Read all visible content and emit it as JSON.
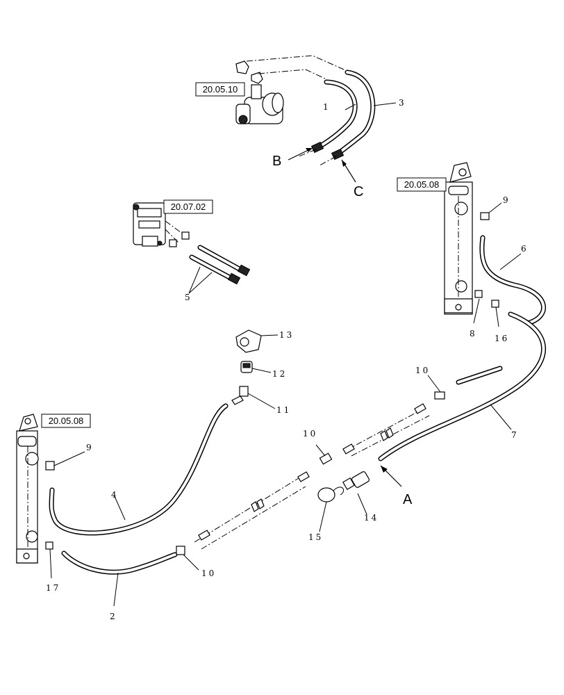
{
  "refs": {
    "motor": "20.05.10",
    "valve": "20.07.02",
    "cyl_right": "20.05.08",
    "cyl_left": "20.05.08"
  },
  "callouts": {
    "c1": "1",
    "c2": "2",
    "c3": "3",
    "c4": "4",
    "c5": "5",
    "c6": "6",
    "c7": "7",
    "c8": "8",
    "c9a": "9",
    "c9b": "9",
    "c10a": "10",
    "c10b": "10",
    "c10c": "10",
    "c11": "11",
    "c12": "12",
    "c13": "13",
    "c14": "14",
    "c15": "15",
    "c16": "16",
    "c17": "17"
  },
  "letters": {
    "a": "A",
    "b": "B",
    "c": "C"
  }
}
